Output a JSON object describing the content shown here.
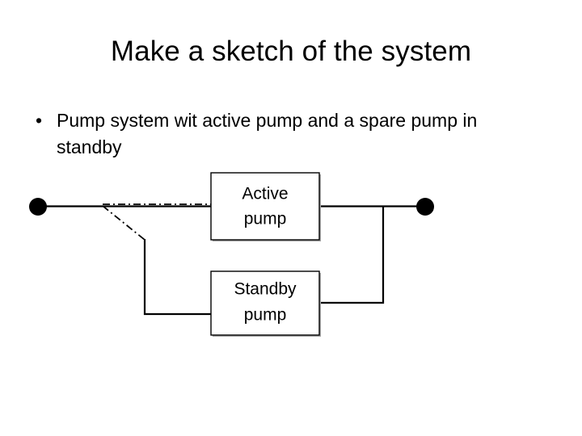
{
  "slide": {
    "title": "Make a sketch of the system",
    "background_color": "#ffffff",
    "text_color": "#000000"
  },
  "body": {
    "bullets": [
      {
        "marker": "•",
        "text": "Pump system wit active pump and a spare pump in standby"
      }
    ]
  },
  "diagram": {
    "type": "reliability-block-diagram",
    "stroke_color": "#000000",
    "box_fill": "#ffffff",
    "shadow_color": "#a6a6a6",
    "blocks": [
      {
        "id": "active-pump",
        "label_line1": "Active",
        "label_line2": "pump"
      },
      {
        "id": "standby-pump",
        "label_line1": "Standby",
        "label_line2": "pump"
      }
    ],
    "nodes": [
      {
        "id": "input-node",
        "label": ""
      },
      {
        "id": "output-node",
        "label": ""
      }
    ],
    "connectors": [
      {
        "id": "input-to-active",
        "style": "solid"
      },
      {
        "id": "active-to-output",
        "style": "solid"
      },
      {
        "id": "branch-to-standby",
        "style": "solid"
      },
      {
        "id": "standby-to-output",
        "style": "solid"
      },
      {
        "id": "switch-indicator",
        "style": "dash-dot"
      }
    ]
  }
}
